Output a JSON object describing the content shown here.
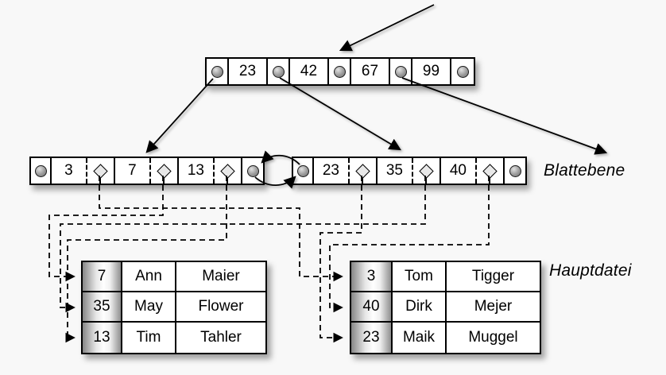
{
  "colors": {
    "background": "#f8f8f8",
    "node_fill": "#ffffff",
    "line": "#000000",
    "key_column_gradient": [
      "#868686",
      "#ffffff",
      "#8f8f8f"
    ]
  },
  "diagram": {
    "root": {
      "keys": [
        "23",
        "42",
        "67",
        "99"
      ]
    },
    "leaves": {
      "left": {
        "keys": [
          "3",
          "7",
          "13"
        ]
      },
      "right": {
        "keys": [
          "23",
          "35",
          "40"
        ]
      }
    },
    "labels": {
      "leaf_level": "Blattebene",
      "main_file": "Hauptdatei"
    },
    "tables": {
      "left": {
        "rows": [
          [
            "7",
            "Ann",
            "Maier"
          ],
          [
            "35",
            "May",
            "Flower"
          ],
          [
            "13",
            "Tim",
            "Tahler"
          ]
        ]
      },
      "right": {
        "rows": [
          [
            "3",
            "Tom",
            "Tigger"
          ],
          [
            "40",
            "Dirk",
            "Mejer"
          ],
          [
            "23",
            "Maik",
            "Muggel"
          ]
        ]
      }
    }
  }
}
